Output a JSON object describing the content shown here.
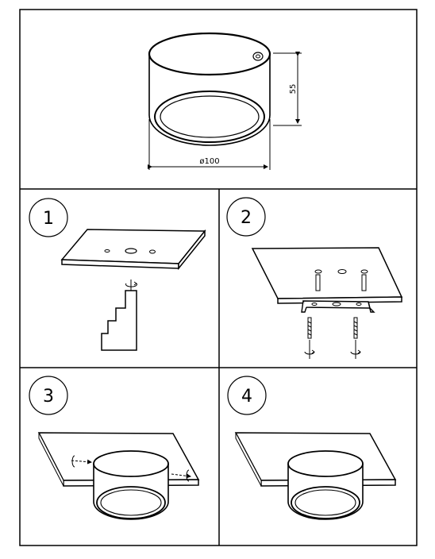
{
  "product_view": {
    "height_label": "55",
    "diameter_label": "ø100"
  },
  "steps": [
    {
      "number": "1"
    },
    {
      "number": "2"
    },
    {
      "number": "3"
    },
    {
      "number": "4"
    }
  ]
}
